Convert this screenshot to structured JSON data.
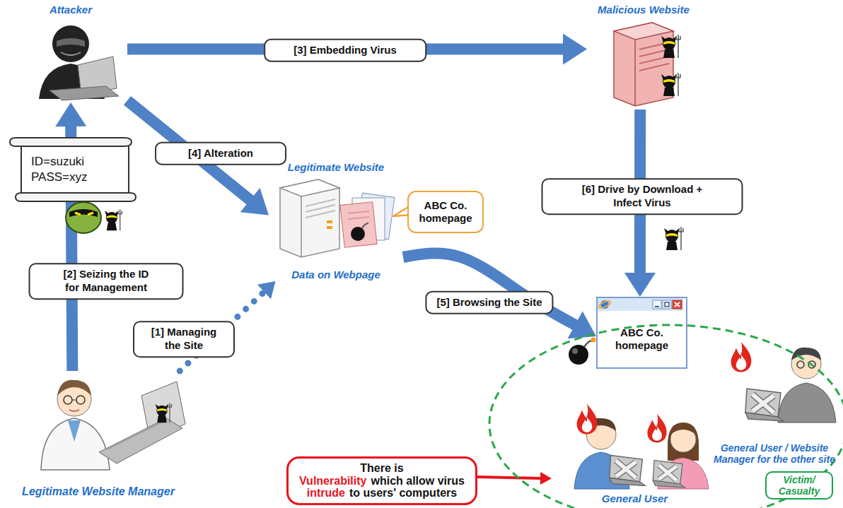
{
  "diagram": {
    "nodes": [
      {
        "text": [
          "Attacker"
        ]
      },
      {
        "text": [
          "Malicious Website"
        ]
      },
      {
        "text": [
          "Legitimate Website",
          "Data on Webpage"
        ]
      },
      {
        "text": [
          "ABC Co. homepage"
        ]
      },
      {
        "text": [
          "ID=suzuki",
          "PASS=xyz"
        ]
      },
      {
        "text": [
          "ABC Co. homepage"
        ]
      },
      {
        "text": [
          "Legitimate Website Manager"
        ]
      },
      {
        "text": [
          "Victim/ Casualty"
        ]
      },
      {
        "text": [
          "General User / Website Manager for the other site"
        ],
        "in": 7
      },
      {
        "text": [
          "General User"
        ],
        "in": 7
      },
      {
        "text": [
          "There is",
          "Vulnerability",
          "which allow virus",
          "intrude",
          "to users' computers"
        ]
      }
    ],
    "edges": [
      {
        "from": 0,
        "to": 1,
        "arrow": "to",
        "label": "[3] Embedding Virus"
      },
      {
        "from": 0,
        "to": 2,
        "arrow": "to",
        "label": "[4] Alteration"
      },
      {
        "from": 6,
        "to": 0,
        "arrow": "to",
        "label": "[2] Seizing the ID for Management"
      },
      {
        "from": 6,
        "to": 2,
        "arrow": "to",
        "label": "[1] Managing the Site"
      },
      {
        "from": 2,
        "to": 5,
        "arrow": "to",
        "label": "[5] Browsing the Site"
      },
      {
        "from": 1,
        "to": 5,
        "arrow": "to",
        "label": "[6] Drive by Download + Infect Virus"
      },
      {
        "from": 10,
        "to": 9,
        "arrow": "to"
      }
    ]
  }
}
